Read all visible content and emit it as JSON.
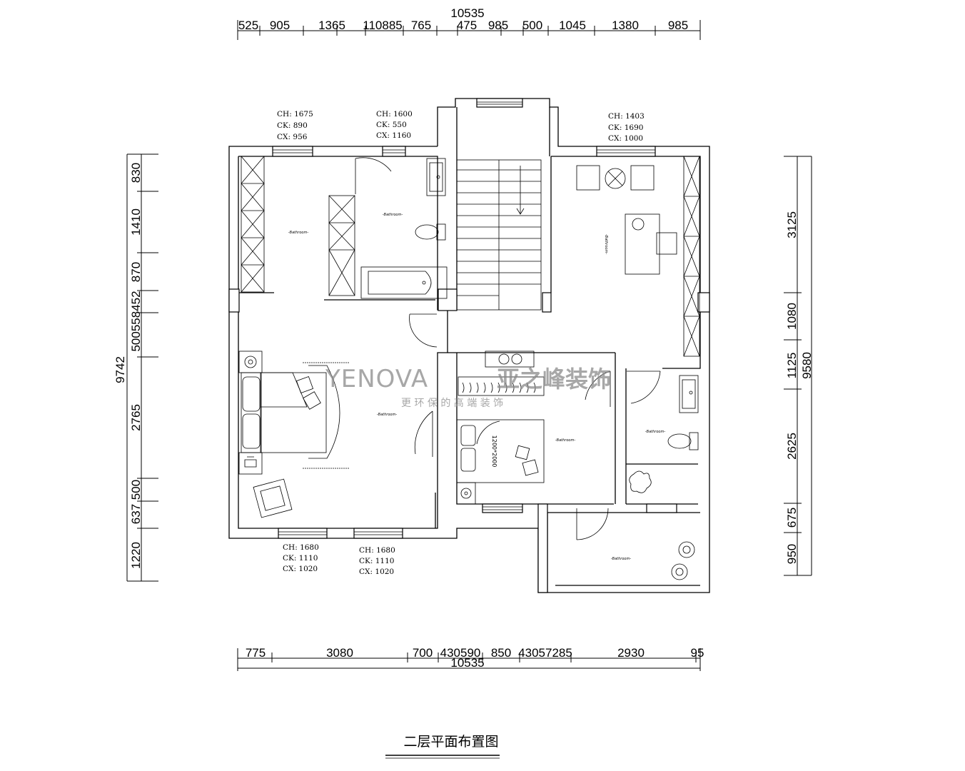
{
  "top_dimensions": {
    "total": "10535",
    "segments": [
      "525",
      "905",
      "1365",
      "110885",
      "765",
      "475",
      "985",
      "500",
      "1045",
      "1380",
      "985"
    ]
  },
  "bottom_dimensions": {
    "total": "10535",
    "segments": [
      "775",
      "3080",
      "700",
      "430590",
      "850",
      "43057285",
      "2930",
      "95"
    ]
  },
  "left_dimensions": {
    "total": "9742",
    "segments": [
      "830",
      "1410",
      "870",
      "500558452",
      "2765",
      "500",
      "637",
      "1220"
    ]
  },
  "right_dimensions": {
    "total": "9580",
    "segments": [
      "3125",
      "1080",
      "1125",
      "2625",
      "675",
      "950"
    ]
  },
  "window_labels": [
    {
      "ch": "CH: 1675",
      "ck": "CK: 890",
      "cx": "CX: 956"
    },
    {
      "ch": "CH: 1600",
      "ck": "CK: 550",
      "cx": "CX: 1160"
    },
    {
      "ch": "CH: 1403",
      "ck": "CK: 1690",
      "cx": "CX: 1000"
    },
    {
      "ch": "CH: 1680",
      "ck": "CK: 1110",
      "cx": "CX: 1020"
    },
    {
      "ch": "CH: 1680",
      "ck": "CK: 1110",
      "cx": "CX: 1020"
    }
  ],
  "bed_size": "1200*2000",
  "room_tag": "-Bathroom-",
  "watermark": {
    "brand_latin": "YENOVA",
    "brand_cn": "亚之峰装饰",
    "slogan": "更 环 保 的 高 端 装 饰"
  },
  "title": "二层平面布置图"
}
